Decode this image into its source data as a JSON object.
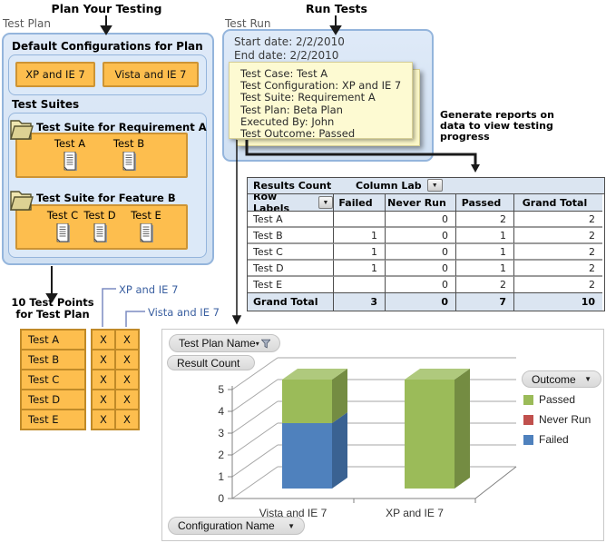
{
  "labels": {
    "plan_your_testing": "Plan Your Testing",
    "run_tests": "Run Tests",
    "test_plan": "Test Plan",
    "test_run": "Test Run",
    "generate_reports": "Generate reports on data to view testing progress"
  },
  "test_plan_box": {
    "default_configs_title": "Default Configurations for Plan",
    "configurations": [
      "XP and IE 7",
      "Vista and IE 7"
    ],
    "test_suites_title": "Test Suites",
    "suites": [
      {
        "name": "Test Suite for Requirement A",
        "tests": [
          "Test A",
          "Test B"
        ]
      },
      {
        "name": "Test Suite for Feature B",
        "tests": [
          "Test C",
          "Test D",
          "Test E"
        ]
      }
    ]
  },
  "test_run_box": {
    "start_date": "Start date: 2/2/2010",
    "end_date": "End date: 2/2/2010",
    "note_lines": [
      "Test Case: Test A",
      "Test Configuration: XP and IE 7",
      "Test Suite: Requirement A",
      "Test Plan: Beta Plan",
      "Executed By: John",
      "Test Outcome: Passed"
    ]
  },
  "test_points": {
    "title_line1": "10 Test Points",
    "title_line2": "for Test Plan",
    "config_labels": [
      "XP and IE 7",
      "Vista and IE 7"
    ],
    "tests": [
      "Test A",
      "Test B",
      "Test C",
      "Test D",
      "Test E"
    ],
    "mark": "X"
  },
  "pivot_table": {
    "title": "Results Count",
    "column_label": "Column Lab",
    "row_label_header": "Row Labels",
    "columns": [
      "Failed",
      "Never Run",
      "Passed",
      "Grand Total"
    ],
    "rows": [
      {
        "label": "Test A",
        "values": [
          "",
          "0",
          "2",
          "2"
        ]
      },
      {
        "label": "Test B",
        "values": [
          "1",
          "0",
          "1",
          "2"
        ]
      },
      {
        "label": "Test C",
        "values": [
          "1",
          "0",
          "1",
          "2"
        ]
      },
      {
        "label": "Test D",
        "values": [
          "1",
          "0",
          "1",
          "2"
        ]
      },
      {
        "label": "Test E",
        "values": [
          "",
          "0",
          "2",
          "2"
        ]
      },
      {
        "label": "Grand Total",
        "values": [
          "3",
          "0",
          "7",
          "10"
        ],
        "is_total": true
      }
    ]
  },
  "chart_data": {
    "type": "bar",
    "stacked": true,
    "view": "3d",
    "title": "",
    "categories": [
      "Vista and IE 7",
      "XP and IE 7"
    ],
    "series": [
      {
        "name": "Failed",
        "values": [
          3,
          0
        ],
        "color": "#4F81BD"
      },
      {
        "name": "Never Run",
        "values": [
          0,
          0
        ],
        "color": "#C0504D"
      },
      {
        "name": "Passed",
        "values": [
          2,
          5
        ],
        "color": "#9BBB59"
      }
    ],
    "legend_order": [
      "Passed",
      "Never Run",
      "Failed"
    ],
    "ylim": [
      0,
      5
    ],
    "y_ticks": [
      0,
      1,
      2,
      3,
      4,
      5
    ],
    "grid": true,
    "legend_position": "right",
    "filter_pill": "Test Plan Name",
    "value_axis_pill": "Result Count",
    "legend_pill": "Outcome",
    "category_axis_pill": "Configuration Name"
  }
}
